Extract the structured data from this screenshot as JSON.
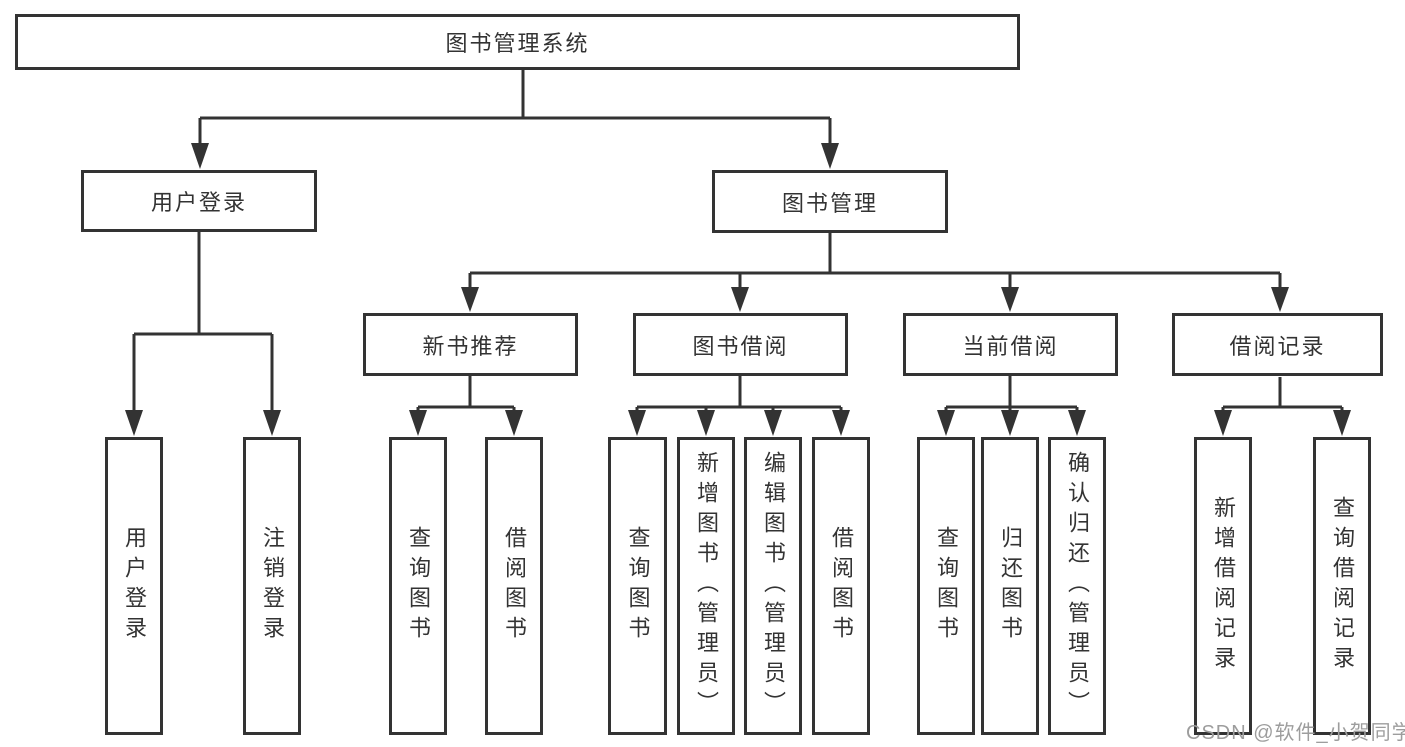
{
  "tree": {
    "label": "图书管理系统",
    "children": [
      {
        "label": "用户登录",
        "children": [
          {
            "label": "用户登录"
          },
          {
            "label": "注销登录"
          }
        ]
      },
      {
        "label": "图书管理",
        "children": [
          {
            "label": "新书推荐",
            "children": [
              {
                "label": "查询图书"
              },
              {
                "label": "借阅图书"
              }
            ]
          },
          {
            "label": "图书借阅",
            "children": [
              {
                "label": "查询图书"
              },
              {
                "label": "新增图书（管理员）"
              },
              {
                "label": "编辑图书（管理员）"
              },
              {
                "label": "借阅图书"
              }
            ]
          },
          {
            "label": "当前借阅",
            "children": [
              {
                "label": "查询图书"
              },
              {
                "label": "归还图书"
              },
              {
                "label": "确认归还（管理员）"
              }
            ]
          },
          {
            "label": "借阅记录",
            "children": [
              {
                "label": "新增借阅记录"
              },
              {
                "label": "查询借阅记录"
              }
            ]
          }
        ]
      }
    ]
  },
  "watermark": {
    "text": "CSDN @软件_小贺同学"
  },
  "colors": {
    "line": "#333333",
    "text": "#333333",
    "background": "#ffffff",
    "watermark": "#9d9d9d"
  }
}
